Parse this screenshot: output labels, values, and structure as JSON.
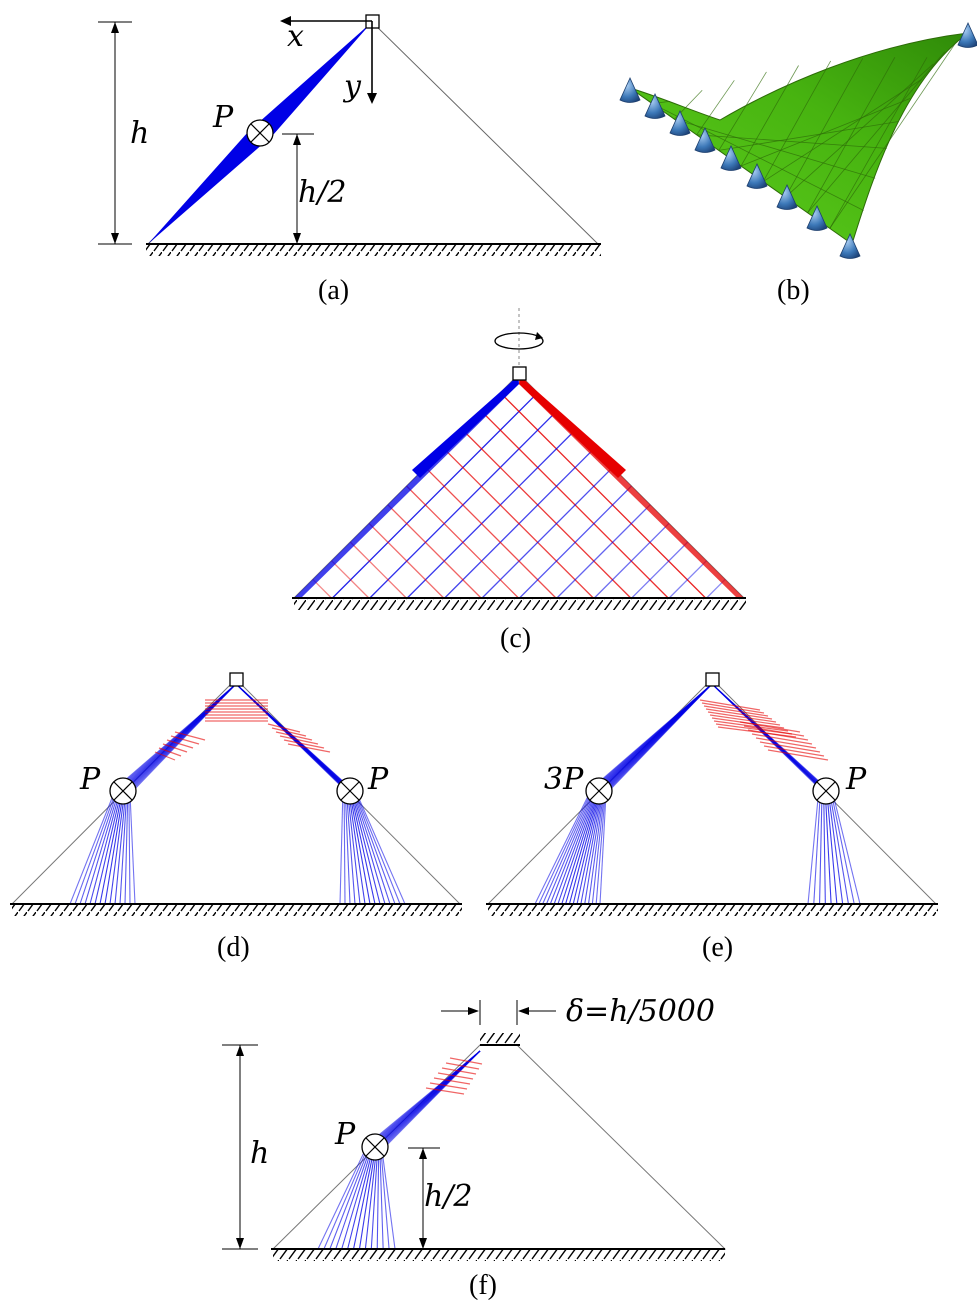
{
  "panels": {
    "a": {
      "caption": "(a)",
      "load": "P",
      "height": "h",
      "half_height": "h/2",
      "axis_x": "x",
      "axis_y": "y"
    },
    "b": {
      "caption": "(b)"
    },
    "c": {
      "caption": "(c)"
    },
    "d": {
      "caption": "(d)",
      "load_left": "P",
      "load_right": "P"
    },
    "e": {
      "caption": "(e)",
      "load_left": "3P",
      "load_right": "P"
    },
    "f": {
      "caption": "(f)",
      "load": "P",
      "height": "h",
      "half_height": "h/2",
      "offset": "δ=h/5000"
    }
  },
  "colors": {
    "compression": "#0000e6",
    "tension": "#e60000",
    "shell": "#4fbf12",
    "support": "#2a5d9a"
  }
}
